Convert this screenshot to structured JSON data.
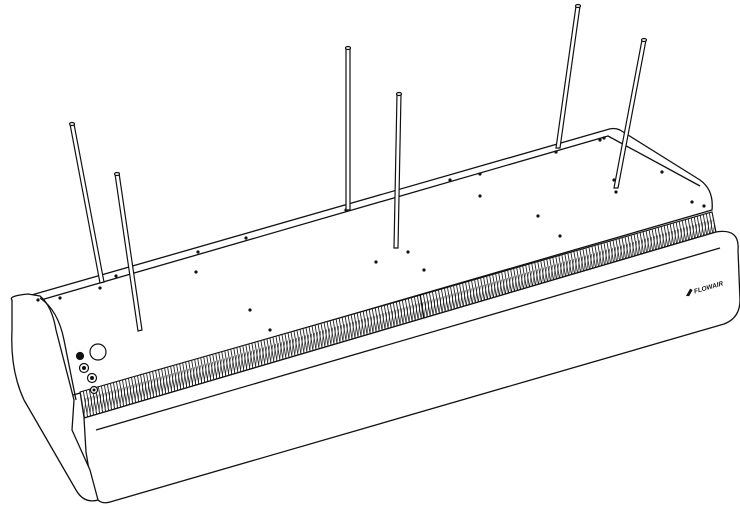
{
  "figure": {
    "brand_label": "FLOWAIR",
    "stroke_color": "#111111",
    "fill_color": "#ffffff",
    "grille_color": "#222222"
  },
  "rods": [
    {
      "id": "rod-1"
    },
    {
      "id": "rod-2"
    },
    {
      "id": "rod-3"
    },
    {
      "id": "rod-4"
    },
    {
      "id": "rod-5"
    },
    {
      "id": "rod-6"
    }
  ]
}
